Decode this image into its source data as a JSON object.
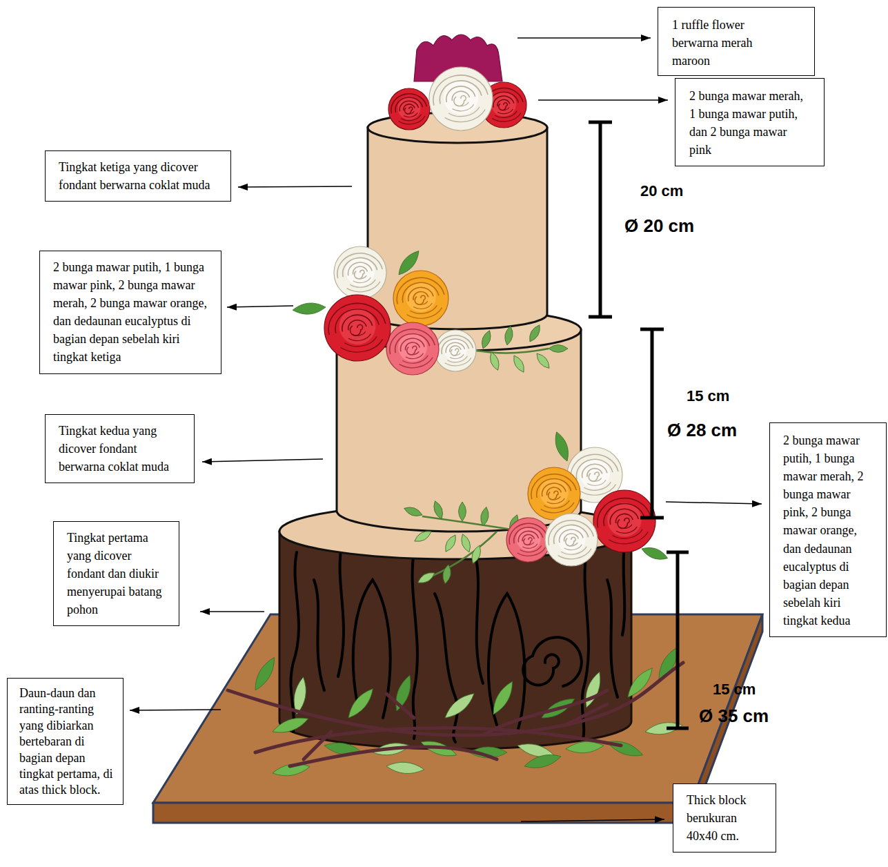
{
  "diagram": {
    "nodes": [
      {
        "text": [
          "1 ruffle flower berwarna merah maroon"
        ]
      },
      {
        "text": [
          "2 bunga mawar merah, 1 bunga mawar putih, dan 2 bunga mawar pink"
        ]
      },
      {
        "text": [
          "Tingkat ketiga yang dicover fondant berwarna coklat muda"
        ]
      },
      {
        "text": [
          "2 bunga mawar putih, 1 bunga mawar pink, 2 bunga mawar merah, 2 bunga mawar orange, dan dedaunan eucalyptus di bagian depan sebelah kiri tingkat ketiga"
        ]
      },
      {
        "text": [
          "Tingkat kedua yang dicover fondant berwarna coklat muda"
        ]
      },
      {
        "text": [
          "2 bunga mawar putih, 1 bunga mawar merah, 2 bunga mawar pink, 2 bunga mawar orange, dan dedaunan eucalyptus di bagian depan sebelah kiri tingkat kedua"
        ]
      },
      {
        "text": [
          "Tingkat pertama yang dicover fondant dan diukir menyerupai batang pohon"
        ]
      },
      {
        "text": [
          "Daun-daun dan ranting-ranting yang dibiarkan bertebaran di bagian depan tingkat pertama, di atas thick block."
        ]
      },
      {
        "text": [
          "Thick block berukuran 40x40 cm."
        ]
      }
    ],
    "labels": [
      "20 cm",
      "Ø 20 cm",
      "15 cm",
      "Ø 28 cm",
      "15 cm",
      "Ø 35 cm"
    ]
  }
}
